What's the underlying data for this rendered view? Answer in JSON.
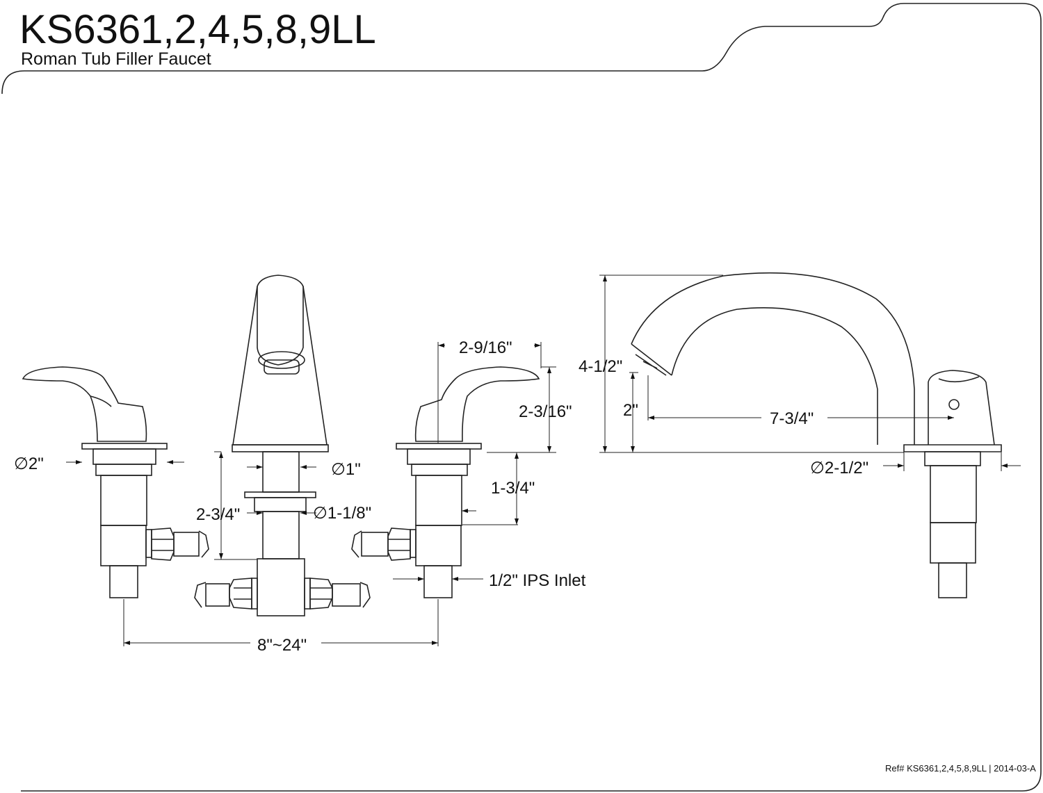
{
  "title": "KS6361,2,4,5,8,9LL",
  "subtitle": "Roman Tub Filler Faucet",
  "dimensions": {
    "handle_flange_dia": "∅2\"",
    "spout_base_dia": "∅1\"",
    "shank_length": "2-3/4\"",
    "shank_dia": "∅1-1/8\"",
    "handle_reach": "2-9/16\"",
    "handle_height": "2-3/16\"",
    "handle_shank": "1-3/4\"",
    "inlet": "1/2\" IPS Inlet",
    "spread": "8\"~24\"",
    "spout_height": "4-1/2\"",
    "spout_clearance": "2\"",
    "spout_reach": "7-3/4\"",
    "spout_flange_dia": "∅2-1/2\""
  },
  "reference": "Ref# KS6361,2,4,5,8,9LL | 2014-03-A"
}
